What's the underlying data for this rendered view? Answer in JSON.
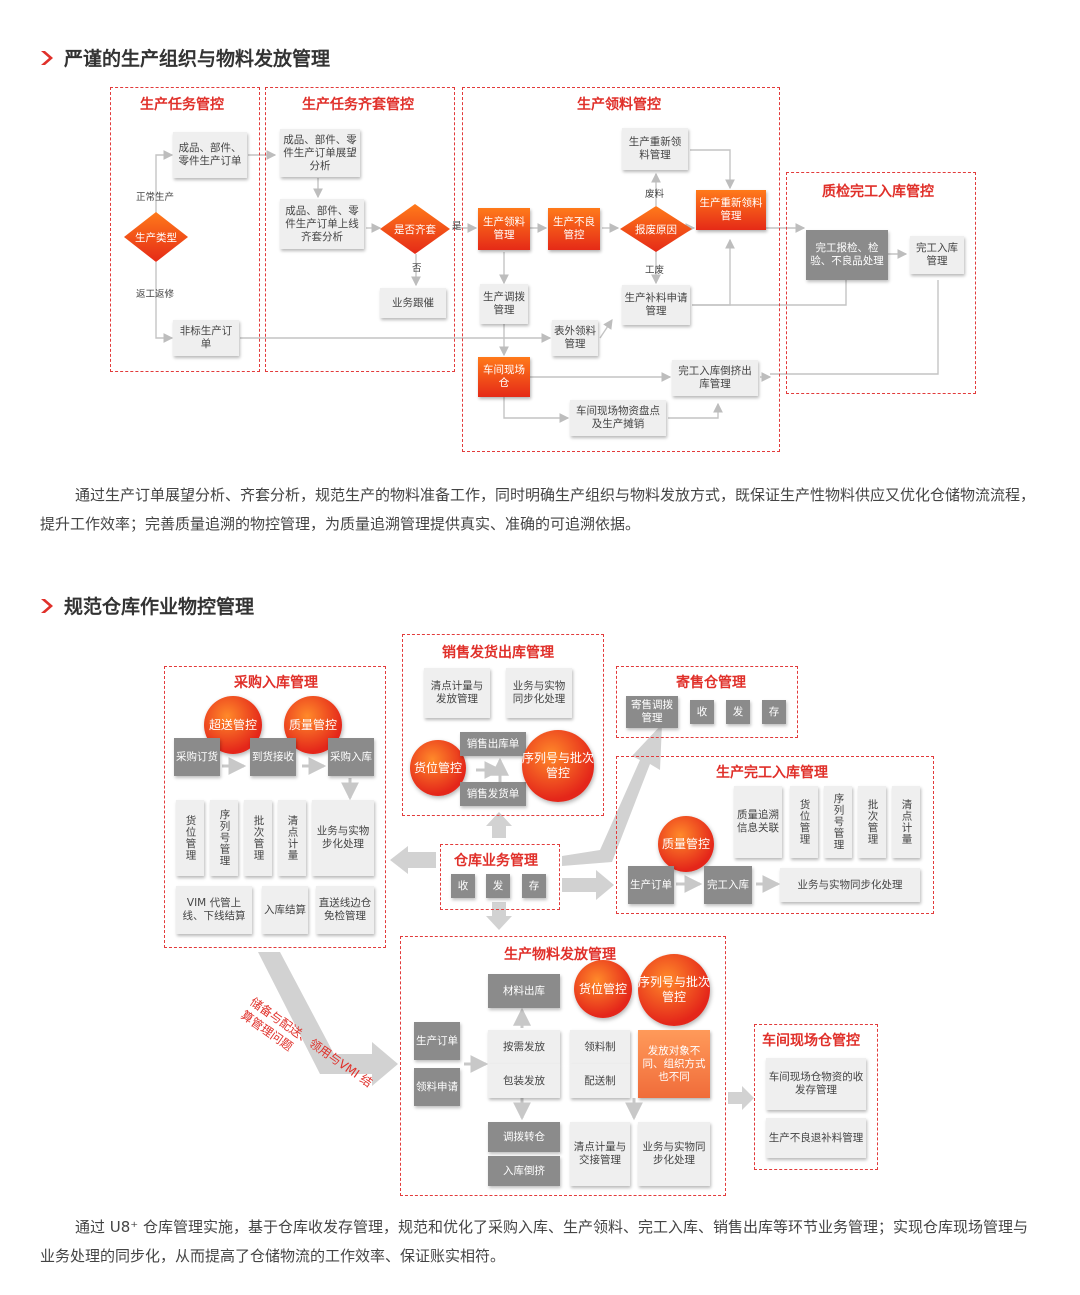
{
  "section1": {
    "title": "严谨的生产组织与物料发放管理",
    "paragraph": "通过生产订单展望分析、齐套分析，规范生产的物料准备工作，同时明确生产组织与物料发放方式，既保证生产性物料供应又优化仓储物流流程，提升工作效率；完善质量追溯的物控管理，为质量追溯管理提供真实、准确的可追溯依据。",
    "frames": {
      "task": "生产任务管控",
      "kit": "生产任务齐套管控",
      "issue": "生产领料管控",
      "qc": "质检完工入库管控"
    },
    "nodes": {
      "prod_type": "生产类型",
      "normal_order": "成品、部件、零件生产订单",
      "nonstd_order": "非标生产订单",
      "outlook": "成品、部件、零件生产订单展望分析",
      "kit_analysis": "成品、部件、零件生产订单上线齐套分析",
      "is_kit": "是否齐套",
      "follow_up": "业务跟催",
      "issue_mgmt": "生产领料管理",
      "defect_ctrl": "生产不良管控",
      "scrap_reason": "报废原因",
      "reissue_top": "生产重新领料管理",
      "reissue_right": "生产重新领料管理",
      "transfer": "生产调拨管理",
      "extra_issue": "表外领料管理",
      "supplement": "生产补料申请管理",
      "workshop_wh": "车间现场仓",
      "backflush": "完工入库倒挤出库管理",
      "inventory": "车间现场物资盘点及生产摊销",
      "qc_process": "完工报检、检验、不良品处理",
      "finish_in": "完工入库管理"
    },
    "labels": {
      "normal": "正常生产",
      "rework": "返工返修",
      "yes": "是",
      "no": "否",
      "waste": "废料",
      "labor": "工废"
    }
  },
  "section2": {
    "title": "规范仓库作业物控管理",
    "paragraph": "通过 U8⁺ 仓库管理实施，基于仓库收发存管理，规范和优化了采购入库、生产领料、完工入库、销售出库等环节业务管理；实现仓库现场管理与业务处理的同步化，从而提高了仓储物流的工作效率、保证账实相符。",
    "center": {
      "title": "仓库业务管理",
      "recv": "收",
      "send": "发",
      "store": "存"
    },
    "purchase": {
      "title": "采购入库管理",
      "c1": "超送管控",
      "c2": "质量管控",
      "s1": "采购订货",
      "s2": "到货接收",
      "s3": "采购入库",
      "v1": "货位管理",
      "v2": "序列号管理",
      "v3": "批次管理",
      "v4": "清点计量",
      "sync": "业务与实物步化处理",
      "vim": "VIM 代管上线、下线结算",
      "instock": "入库结算",
      "direct": "直送线边仓免检管理"
    },
    "sales": {
      "title": "销售发货出库管理",
      "t1": "清点计量与发放管理",
      "t2": "业务与实物同步化处理",
      "c1": "货位管控",
      "c2": "序列号与批次管控",
      "out": "销售出库单",
      "ship": "销售发货单"
    },
    "consign": {
      "title": "寄售仓管理",
      "c1": "寄售调拨管理",
      "recv": "收",
      "send": "发",
      "store": "存"
    },
    "finish": {
      "title": "生产完工入库管理",
      "trace": "质量追溯信息关联",
      "v1": "货位管理",
      "v2": "序列号管理",
      "v3": "批次管理",
      "v4": "清点计量",
      "c1": "质量管控",
      "order": "生产订单",
      "finish_in": "完工入库",
      "sync": "业务与实物同步化处理"
    },
    "issue": {
      "title": "生产物料发放管理",
      "c1": "货位管控",
      "c2": "序列号与批次管控",
      "order": "生产订单",
      "request": "领料申请",
      "material_out": "材料出库",
      "on_demand": "按需发放",
      "pack": "包装发放",
      "pick_sys": "领料制",
      "dispatch_sys": "配送制",
      "note": "发放对象不同、组织方式也不同",
      "transfer": "调拨转仓",
      "backflush": "入库倒挤",
      "count": "清点计量与交接管理",
      "sync": "业务与实物同步化处理"
    },
    "workshop": {
      "title": "车间现场仓管控",
      "b1": "车间现场仓物资的收发存管理",
      "b2": "生产不良退补料管理"
    },
    "diag_text": "储备与配送、领用与VMI 结算管理问题"
  }
}
